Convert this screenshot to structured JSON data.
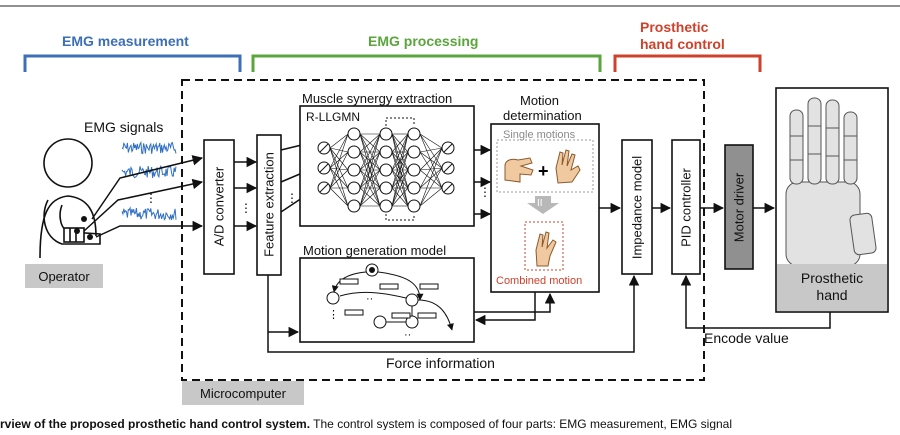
{
  "sections": {
    "emg_measurement": "EMG measurement",
    "emg_processing": "EMG processing",
    "prosthetic_control_line1": "Prosthetic",
    "prosthetic_control_line2": "hand control"
  },
  "colors": {
    "blue": "#3c6fb6",
    "green": "#5aa63c",
    "red": "#d0412b",
    "gray": "#c8c8c8",
    "signal": "#2f6fc4"
  },
  "labels": {
    "emg_signals": "EMG signals",
    "operator": "Operator",
    "ad_converter": "A/D converter",
    "feature_extraction": "Feature extraction",
    "muscle_synergy": "Muscle synergy extraction",
    "r_llgmn": "R-LLGMN",
    "motion_determination_1": "Motion",
    "motion_determination_2": "determination",
    "single_motions": "Single motions",
    "combined_motion": "Combined motion",
    "motion_generation": "Motion generation model",
    "impedance_model": "Impedance model",
    "pid_controller": "PID controller",
    "motor_driver": "Motor driver",
    "prosthetic_hand_1": "Prosthetic",
    "prosthetic_hand_2": "hand",
    "encode_value": "Encode value",
    "force_information": "Force information",
    "microcomputer": "Microcomputer"
  },
  "caption": {
    "bold": "rview of the proposed prosthetic hand control system.",
    "text": " The control system is composed of four parts: EMG measurement, EMG signal"
  }
}
